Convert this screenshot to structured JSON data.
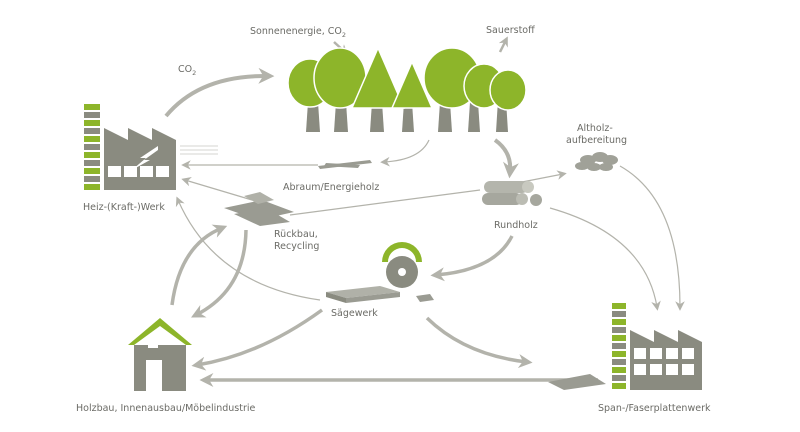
{
  "colors": {
    "green": "#8db52a",
    "gray": "#8a8b80",
    "arrow": "#b3b3ab",
    "text": "#6b6b66"
  },
  "labels": {
    "sun": "Sonnenenergie, CO",
    "sun_sub": "2",
    "oxygen": "Sauerstoff",
    "co2": "CO",
    "co2_sub": "2",
    "plant": "Heiz-(Kraft-)Werk",
    "slash": "Abraum/Energieholz",
    "recycling_1": "Rückbau,",
    "recycling_2": "Recycling",
    "roundwood": "Rundholz",
    "oldwood_1": "Altholz-",
    "oldwood_2": "aufbereitung",
    "sawmill": "Sägewerk",
    "construction": "Holzbau, Innenausbau/Möbelindustrie",
    "board_plant": "Span-/Faserplattenwerk"
  }
}
